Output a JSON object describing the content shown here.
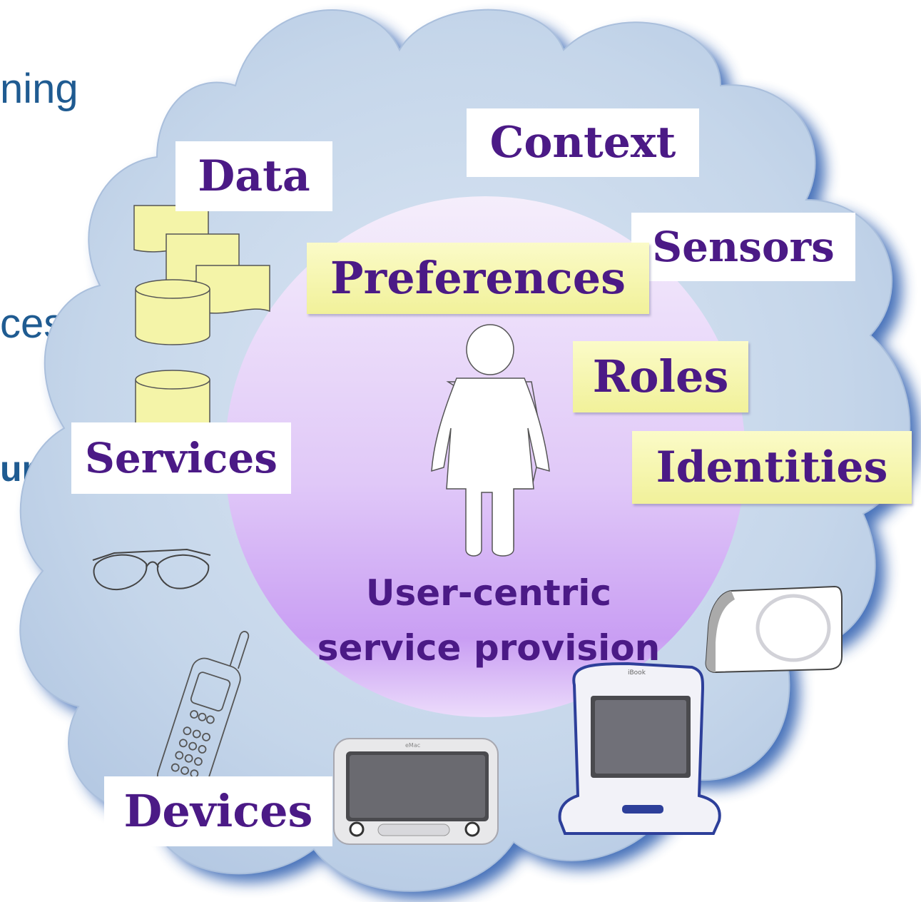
{
  "background_text": {
    "line1": "ning",
    "line2": "ces and",
    "line3": "ure"
  },
  "labels": {
    "data": "Data",
    "context": "Context",
    "sensors": "Sensors",
    "preferences": "Preferences",
    "roles": "Roles",
    "services": "Services",
    "identities": "Identities",
    "devices": "Devices"
  },
  "center": {
    "line1": "User-centric",
    "line2": "service provision"
  },
  "device_text": {
    "laptop_brand": "iBook",
    "imac_brand": "eMac"
  },
  "colors": {
    "cloud": "#c7d8ec",
    "cloud_shadow": "#3f6db9",
    "circle_top": "#f3e9fb",
    "circle_bottom": "#c99ef3",
    "label_text": "#4b1a86",
    "highlight": "#f3f3a6",
    "background_text": "#1f5b91"
  }
}
